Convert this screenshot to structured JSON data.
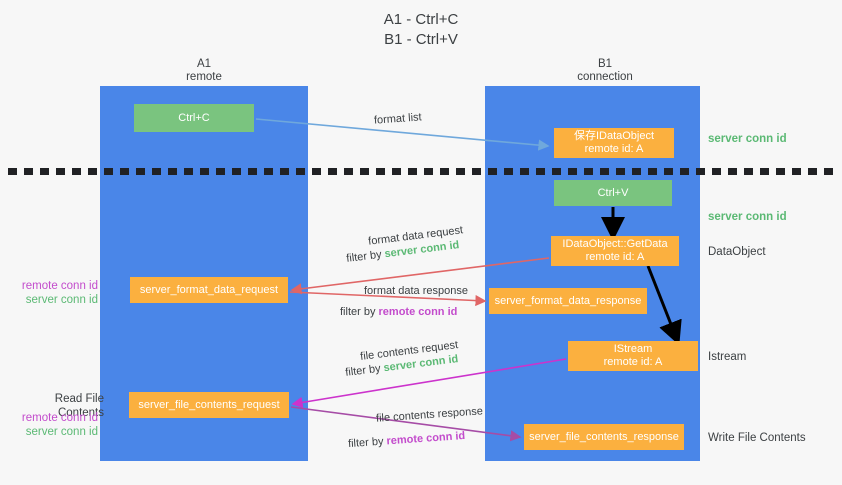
{
  "title": "A1 - Ctrl+C\nB1 - Ctrl+V",
  "title_line1": "A1 - Ctrl+C",
  "title_line2": "B1 - Ctrl+V",
  "colors": {
    "lane": "#4a86e8",
    "green_node": "#7ac47f",
    "orange_node": "#fbb03f",
    "server_conn": "#5bb974",
    "remote_conn": "#c34ccc",
    "arrow_blue": "#6fa8dc",
    "arrow_red": "#e06666",
    "arrow_magenta": "#cc33cc",
    "arrow_purple": "#a64ca6",
    "arrow_black": "#000000",
    "background": "#f7f7f7"
  },
  "lanes": [
    {
      "name": "A1",
      "sub": "remote"
    },
    {
      "name": "B1",
      "sub": "connection"
    }
  ],
  "nodes": {
    "ctrl_c": {
      "line1": "Ctrl+C",
      "line2": ""
    },
    "idataobject": {
      "line1": "保存IDataObject",
      "line2": "remote id: A"
    },
    "ctrl_v": {
      "line1": "Ctrl+V",
      "line2": ""
    },
    "getdata": {
      "line1": "IDataObject::GetData",
      "line2": "remote id: A"
    },
    "format_data_request": {
      "line1": "server_format_data_request",
      "line2": ""
    },
    "format_data_response": {
      "line1": "server_format_data_response",
      "line2": ""
    },
    "istream": {
      "line1": "IStream",
      "line2": "remote id: A"
    },
    "file_contents_request": {
      "line1": "server_file_contents_request",
      "line2": ""
    },
    "file_contents_response": {
      "line1": "server_file_contents_response",
      "line2": ""
    }
  },
  "side_labels": {
    "server_conn_top": "server conn id",
    "server_conn_mid": "server conn id",
    "dataobject": "DataObject",
    "istream": "Istream",
    "write_file_contents": "Write File Contents",
    "read_file_contents": "Read File Contents",
    "left_remote_1": "remote conn id",
    "left_server_1": "server conn id",
    "left_remote_2": "remote conn id",
    "left_server_2": "server conn id"
  },
  "edge_labels": {
    "format_list": "format list",
    "format_data_request": "format data request",
    "format_data_request_filter_pre": "filter by ",
    "format_data_request_filter_key": "server conn id",
    "format_data_response": "format data response",
    "format_data_response_filter_pre": "filter by ",
    "format_data_response_filter_key": "remote conn id",
    "file_contents_request": "file contents request",
    "file_contents_request_filter_pre": "filter by ",
    "file_contents_request_filter_key": "server conn id",
    "file_contents_response": "file contents response",
    "file_contents_response_filter_pre": "filter by ",
    "file_contents_response_filter_key": "remote conn id"
  }
}
